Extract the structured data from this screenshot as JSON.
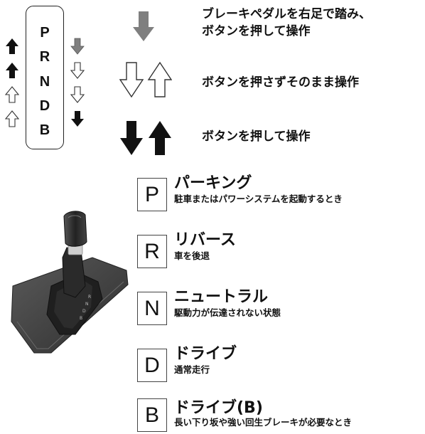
{
  "gate": {
    "letters": [
      "P",
      "R",
      "N",
      "D",
      "B"
    ]
  },
  "legend": [
    {
      "text": "ブレーキペダルを右足で踏み、\nボタンを押して操作"
    },
    {
      "text": "ボタンを押さずそのまま操作"
    },
    {
      "text": "ボタンを押して操作"
    }
  ],
  "modes": [
    {
      "letter": "P",
      "title": "パーキング",
      "desc": "駐車またはパワーシステムを起動するとき"
    },
    {
      "letter": "R",
      "title": "リバース",
      "desc": "車を後退"
    },
    {
      "letter": "N",
      "title": "ニュートラル",
      "desc": "駆動力が伝達されない状態"
    },
    {
      "letter": "D",
      "title": "ドライブ",
      "desc": "通常走行"
    },
    {
      "letter": "B",
      "title": "ドライブ(B)",
      "desc": "長い下り坂や強い回生ブレーキが必要なとき"
    }
  ],
  "colors": {
    "arrow_black": "#111111",
    "arrow_gray": "#7f7f7f",
    "arrow_outline": "#333333",
    "console_dark": "#3b3b3b"
  }
}
